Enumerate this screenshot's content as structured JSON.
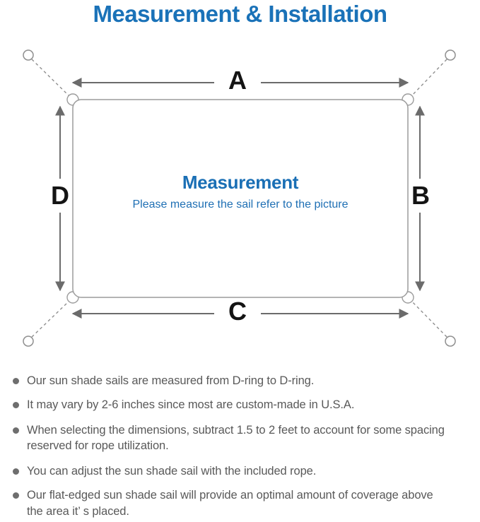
{
  "page": {
    "title": "Measurement & Installation"
  },
  "diagram": {
    "center_title": "Measurement",
    "center_subtitle": "Please measure the sail refer to the picture",
    "labels": {
      "top": "A",
      "right": "B",
      "bottom": "C",
      "left": "D"
    },
    "colors": {
      "accent_blue": "#1a72b8",
      "sail_outline_gray": "#9c9c9c",
      "arrow_gray": "#6b6b6b",
      "body_text_gray": "#595959"
    }
  },
  "bullets": [
    {
      "lines": [
        "Our sun shade sails are measured from D-ring to D-ring."
      ]
    },
    {
      "lines": [
        "It may vary by 2-6 inches since most are custom-made in U.S.A."
      ]
    },
    {
      "lines": [
        "When selecting the dimensions, subtract 1.5 to 2 feet to account for some spacing",
        "reserved for rope utilization."
      ]
    },
    {
      "lines": [
        "You can adjust the sun shade sail with the included rope."
      ]
    },
    {
      "lines": [
        "Our flat-edged sun shade sail will provide an optimal amount of coverage above",
        "the area it’ s placed."
      ]
    }
  ]
}
